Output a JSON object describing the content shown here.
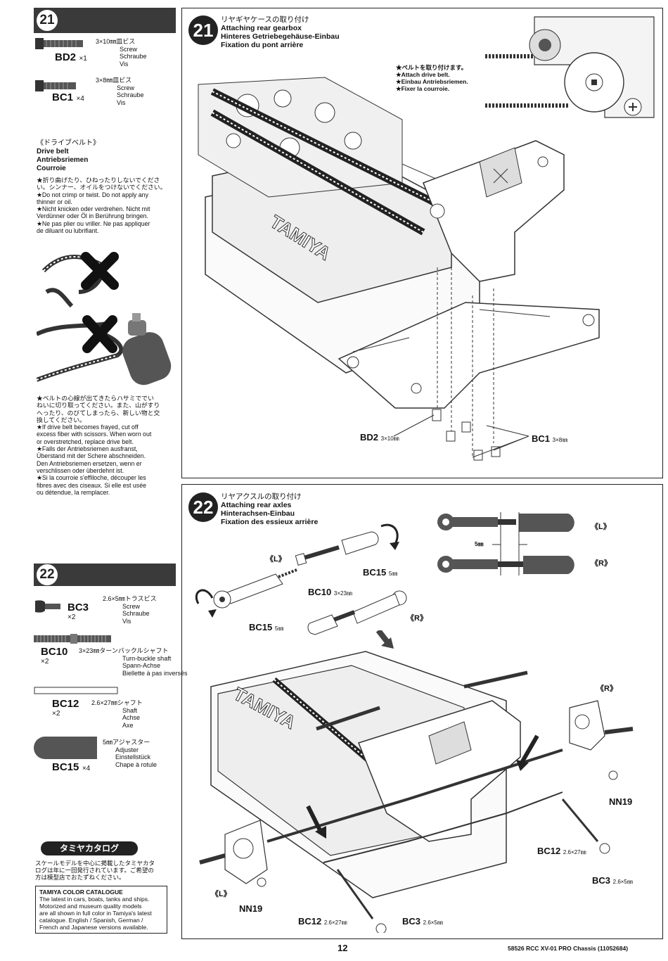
{
  "page": {
    "number": "12",
    "footer": "58526  RCC XV-01 PRO Chassis (11052684)"
  },
  "side21": {
    "step": "21",
    "parts": [
      {
        "code": "BD2",
        "qty": "×1",
        "size": "3×10㎜皿ビス",
        "names": [
          "Screw",
          "Schraube",
          "Vis"
        ]
      },
      {
        "code": "BC1",
        "qty": "×4",
        "size": "3×8㎜皿ビス",
        "names": [
          "Screw",
          "Schraube",
          "Vis"
        ]
      }
    ],
    "belt_title": [
      "《ドライブベルト》",
      "Drive belt",
      "Antriebsriemen",
      "Courroie"
    ],
    "belt_notes1": [
      "★折り曲げたり、ひねったりしないでくださ",
      "い。シンナー、オイルをつけないでください。",
      "★Do not crimp or twist. Do not apply any",
      "thinner or oil.",
      "★Nicht knicken oder verdrehen. Nicht mit",
      "Verdünner oder Öl in Berührung bringen.",
      "★Ne pas plier ou vriller. Ne pas appliquer",
      "de diluant ou lubrifiant."
    ],
    "belt_notes2": [
      "★ベルトの心線が出てきたらハサミででい",
      "ねいに切り取ってください。また、山がすり",
      "へったり、のびてしまったら、新しい物と交",
      "換してください。",
      "★If drive belt becomes frayed, cut off",
      "excess fiber with scissors. When worn out",
      "or overstretched, replace drive belt.",
      "★Falls der Antriebsriemen ausfranst,",
      "Überstand mit der Schere abschneiden.",
      "Den Antriebsriemen ersetzen, wenn er",
      "verschlissen oder überdehnt ist.",
      "★Si la courroie s'effiloche, découper les",
      "fibres avec des ciseaux. Si elle est usée",
      "ou détendue, la remplacer."
    ]
  },
  "side22": {
    "step": "22",
    "parts": [
      {
        "code": "BC3",
        "qty": "×2",
        "size": "2.6×5㎜トラスビス",
        "names": [
          "Screw",
          "Schraube",
          "Vis"
        ]
      },
      {
        "code": "BC10",
        "qty": "×2",
        "size": "3×23㎜ターンバックルシャフト",
        "names": [
          "Turn-buckle shaft",
          "Spann-Achse",
          "Biellette à pas inversés"
        ]
      },
      {
        "code": "BC12",
        "qty": "×2",
        "size": "2.6×27㎜シャフト",
        "names": [
          "Shaft",
          "Achse",
          "Axe"
        ]
      },
      {
        "code": "BC15",
        "qty": "×4",
        "size": "5㎜アジャスター",
        "names": [
          "Adjuster",
          "Einstellstück",
          "Chape à rotule"
        ]
      }
    ],
    "catalog": {
      "header": "タミヤカタログ",
      "jp": [
        "スケールモデルを中心に掲載したタミヤカタ",
        "ログは年に一回発行されています。ご希望の",
        "方は模型店でおたずねください。"
      ],
      "title": "TAMIYA COLOR CATALOGUE",
      "lines": [
        "The latest in cars, boats, tanks and ships.",
        "Motorized and museum quality models",
        "are all shown in full color in Tamiya's latest",
        "catalogue. English / Spanish, German /",
        "French and Japanese versions available."
      ]
    }
  },
  "step21": {
    "step": "21",
    "title": [
      "リヤギヤケースの取り付け",
      "Attaching rear gearbox",
      "Hinteres Getriebegehäuse-Einbau",
      "Fixation du pont arrière"
    ],
    "callout": [
      "★ベルトを取り付けます。",
      "★Attach drive belt.",
      "★Einbau Antriebsriemen.",
      "★Fixer la courroie."
    ],
    "label_bd2": "BD2",
    "label_bd2_size": "3×10㎜",
    "label_bc1": "BC1",
    "label_bc1_size": "3×8㎜",
    "brand": "TAMIYA"
  },
  "step22": {
    "step": "22",
    "title": [
      "リヤアクスルの取り付け",
      "Attaching rear axles",
      "Hinterachsen-Einbau",
      "Fixation des essieux arrière"
    ],
    "L": "《L》",
    "R": "《R》",
    "dim": "5㎜",
    "labels": {
      "bc15a": "BC15",
      "bc15a_size": "5㎜",
      "bc10": "BC10",
      "bc10_size": "3×23㎜",
      "bc15b": "BC15",
      "bc15b_size": "5㎜",
      "r_mid": "《R》",
      "l_top": "《L》",
      "r_asm": "《R》",
      "nn19_r": "NN19",
      "bc12_r": "BC12",
      "bc12_r_size": "2.6×27㎜",
      "bc3_r": "BC3",
      "bc3_r_size": "2.6×5㎜",
      "l_asm": "《L》",
      "nn19_l": "NN19",
      "bc12_l": "BC12",
      "bc12_l_size": "2.6×27㎜",
      "bc3_l": "BC3",
      "bc3_l_size": "2.6×5㎜"
    },
    "brand": "TAMIYA"
  }
}
